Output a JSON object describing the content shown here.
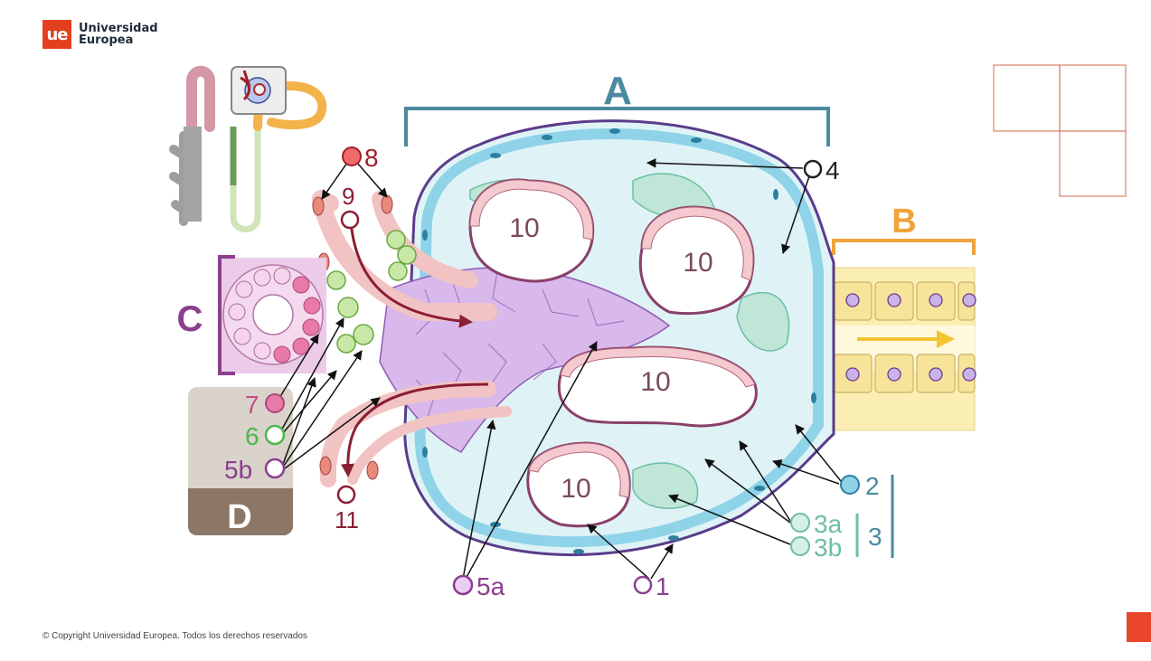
{
  "header": {
    "logo_mark": "ue",
    "logo_line1": "Universidad",
    "logo_line2": "Europea"
  },
  "footer": {
    "copyright": "© Copyright Universidad Europea. Todos los derechos reservados"
  },
  "diagram": {
    "region_labels": {
      "A": "A",
      "B": "B",
      "C": "C",
      "D": "D"
    },
    "capillary_label": "10",
    "callouts": {
      "n1": "1",
      "n2": "2",
      "n3": "3",
      "n3a": "3a",
      "n3b": "3b",
      "n4": "4",
      "n5a": "5a",
      "n5b": "5b",
      "n6": "6",
      "n7": "7",
      "n8": "8",
      "n9": "9",
      "n11": "11"
    },
    "colors": {
      "capsule_blue": "#8fd3e8",
      "urinary_space": "#dff3f6",
      "podocyte_green": "#a9dcc8",
      "mesangial_purple": "#d9b8ec",
      "arteriole_pink": "#f2c3c3",
      "tubule_yellow": "#fbeeb2",
      "macula_densa_pink": "#e87aa8",
      "accent_teal": "#4a8aa0",
      "accent_orange": "#f0a33a",
      "accent_purple": "#8b3f8e",
      "logo_red": "#e2401d"
    }
  }
}
